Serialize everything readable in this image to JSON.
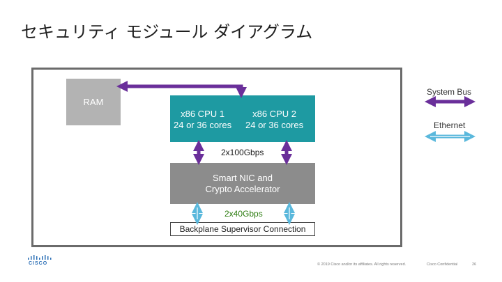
{
  "title": "セキュリティ モジュール ダイアグラム",
  "blocks": {
    "ram": "RAM",
    "cpu1": {
      "line1": "x86 CPU 1",
      "line2": "24 or 36 cores"
    },
    "cpu2": {
      "line1": "x86 CPU 2",
      "line2": "24 or 36 cores"
    },
    "nic": {
      "line1": "Smart NIC and",
      "line2": "Crypto Accelerator"
    },
    "backplane": "Backplane Supervisor Connection"
  },
  "links": {
    "cpu_nic": "2x100Gbps",
    "nic_backplane": "2x40Gbps"
  },
  "legend": {
    "system_bus": "System Bus",
    "ethernet": "Ethernet"
  },
  "colors": {
    "system_bus": "#6a2f9a",
    "ethernet": "#5ab8dc",
    "cpu": "#1e9aa2",
    "nic": "#8c8c8c",
    "ram": "#b3b3b3"
  },
  "footer": {
    "logo": "CISCO",
    "copyright": "© 2019 Cisco and/or its affiliates. All rights reserved.",
    "confidential": "Cisco Confidential",
    "page": "26"
  }
}
